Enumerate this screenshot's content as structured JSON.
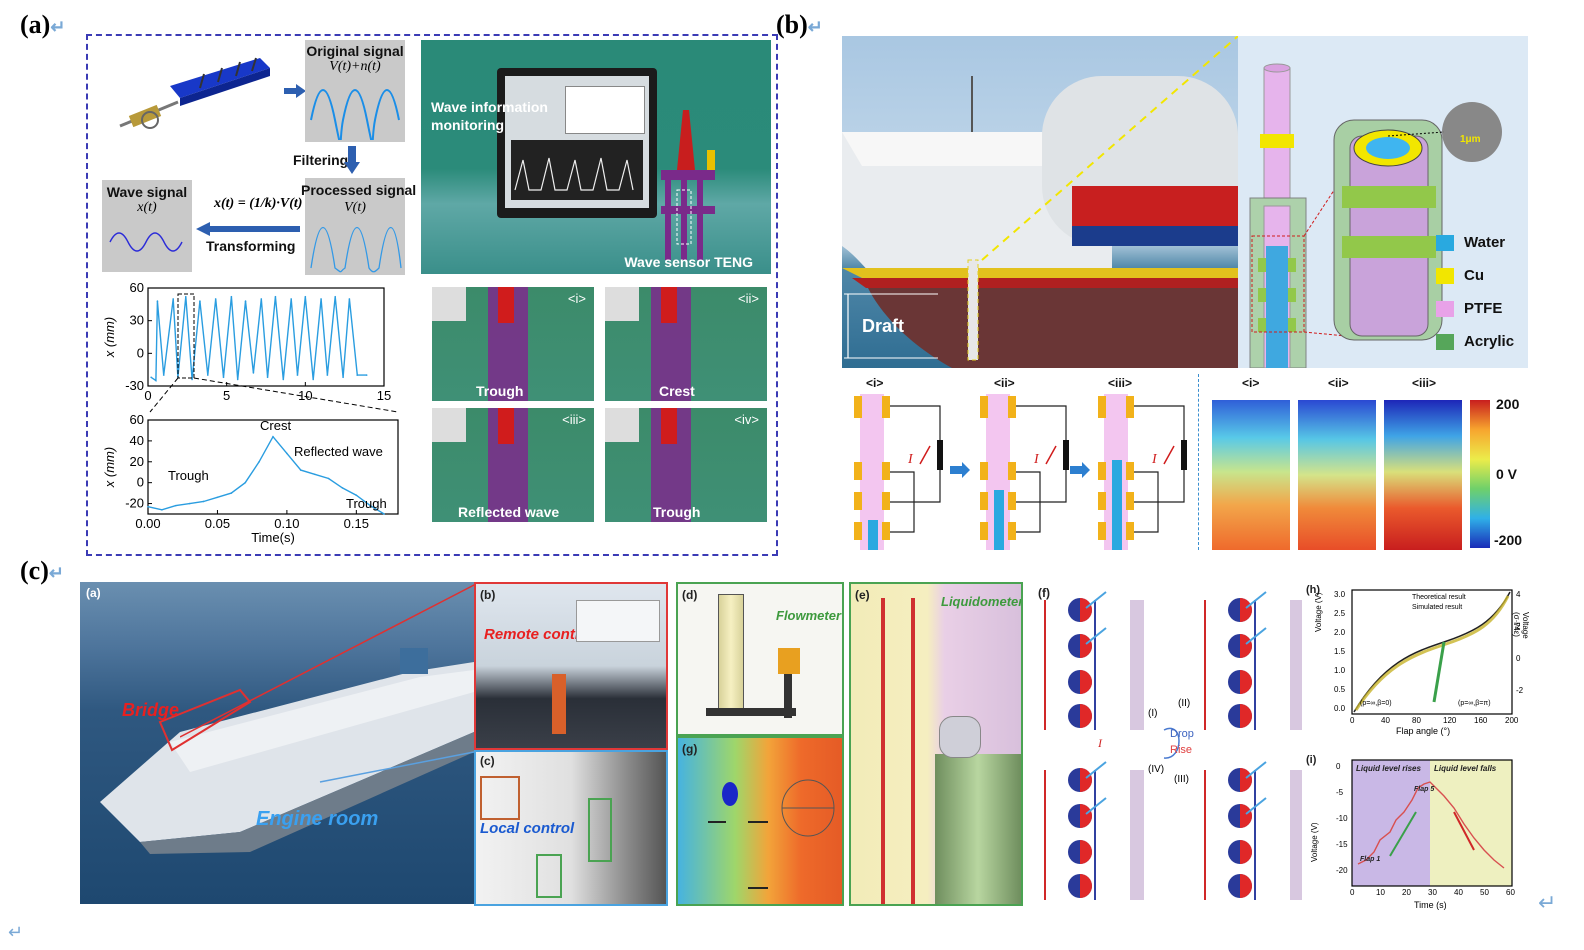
{
  "panel_labels": {
    "a": "(a)",
    "b": "(b)",
    "c": "(c)"
  },
  "return_mark": "↵",
  "panel_a": {
    "original_signal": "Original signal",
    "original_formula": "V(t)+n(t)",
    "filtering": "Filtering",
    "processed_signal": "Processed signal",
    "processed_formula": "V(t)",
    "wave_signal": "Wave signal",
    "wave_formula": "x(t)",
    "transform_formula": "x(t) = (1/k)·V(t)",
    "transforming": "Transforming",
    "photo_info": "Wave information monitoring",
    "photo_sensor": "Wave sensor TENG",
    "sub_photos": [
      {
        "tag": "<i>",
        "label": "Trough"
      },
      {
        "tag": "<ii>",
        "label": "Crest"
      },
      {
        "tag": "<iii>",
        "label": "Reflected wave"
      },
      {
        "tag": "<iv>",
        "label": "Trough"
      }
    ]
  },
  "panel_b": {
    "draft": "Draft",
    "legend": [
      {
        "label": "Water",
        "color": "#29a9e0"
      },
      {
        "label": "Cu",
        "color": "#f2e600"
      },
      {
        "label": "PTFE",
        "color": "#e8a2e8"
      },
      {
        "label": "Acrylic",
        "color": "#56a65a"
      }
    ],
    "scale_bar": "1μm",
    "circuit_tags": [
      "<i>",
      "<ii>",
      "<iii>"
    ],
    "current_symbol": "I",
    "field_tags": [
      "<i>",
      "<ii>",
      "<iii>"
    ],
    "colorbar_max": "200",
    "colorbar_mid": "0 V",
    "colorbar_min": "-200"
  },
  "panel_c": {
    "sub_a": "(a)",
    "sub_b": "(b)",
    "sub_c": "(c)",
    "sub_d": "(d)",
    "sub_e": "(e)",
    "sub_f": "(f)",
    "sub_g": "(g)",
    "sub_h": "(h)",
    "sub_i": "(i)",
    "bridge": "Bridge",
    "engine_room": "Engine room",
    "remote_control": "Remote control",
    "local_control": "Local control",
    "flowmeter": "Flowmeter",
    "liquidometer": "Liquidometer",
    "drop": "Drop",
    "rise": "Rise",
    "stage_i": "(I)",
    "stage_ii": "(II)",
    "stage_iv": "(IV)",
    "stage_iii": "(III)",
    "current_symbol": "I",
    "chart_h": {
      "xlabel": "Flap angle (°)",
      "ylabel": "Voltage (V)",
      "y2label": "Voltage (σ·l/4ε)",
      "legend_theory": "Theoretical result",
      "legend_sim": "Simulated result",
      "xticks": [
        "0",
        "40",
        "80",
        "120",
        "160",
        "200"
      ],
      "yticks": [
        "0.0",
        "0.5",
        "1.0",
        "1.5",
        "2.0",
        "2.5",
        "3.0"
      ],
      "y2ticks": [
        "4",
        "2",
        "0",
        "-2"
      ],
      "anno_left": "(p=∞,β=0)",
      "anno_right": "(p=∞,β=π)"
    },
    "chart_i": {
      "xlabel": "Time (s)",
      "ylabel": "Voltage (V)",
      "rises": "Liquid level rises",
      "falls": "Liquid level falls",
      "flap1": "Flap 1",
      "flap5": "Flap 5",
      "xticks": [
        "0",
        "10",
        "20",
        "30",
        "40",
        "50",
        "60"
      ],
      "yticks": [
        "0",
        "-5",
        "-10",
        "-15",
        "-20"
      ]
    }
  },
  "chart_data": [
    {
      "type": "line",
      "title": "",
      "xlabel": "",
      "ylabel": "x (mm)",
      "xlim": [
        0,
        15
      ],
      "ylim": [
        -30,
        60
      ],
      "xticks": [
        "0",
        "5",
        "10",
        "15"
      ],
      "yticks": [
        "60",
        "30",
        "0",
        "-30"
      ],
      "series": [
        {
          "x": [
            0.2,
            0.5,
            0.6,
            1.0,
            1.6,
            1.9,
            2.4,
            2.8,
            3.3,
            3.8,
            4.3,
            4.8,
            5.3,
            5.7,
            6.2,
            6.7,
            7.2,
            7.6,
            8.1,
            8.6,
            9.1,
            9.5,
            10.0,
            10.5,
            11.0,
            11.4,
            11.9,
            12.4,
            12.8,
            13.3,
            13.9
          ],
          "y": [
            -22,
            -25,
            48,
            -20,
            50,
            -22,
            52,
            -24,
            48,
            -20,
            50,
            -22,
            52,
            -24,
            48,
            -18,
            50,
            -22,
            52,
            -24,
            50,
            -20,
            52,
            -24,
            50,
            -20,
            52,
            -22,
            50,
            -20,
            -20
          ]
        }
      ]
    },
    {
      "type": "line",
      "title": "",
      "xlabel": "Time(s)",
      "ylabel": "x (mm)",
      "xlim": [
        0,
        0.18
      ],
      "ylim": [
        -30,
        60
      ],
      "xticks": [
        "0.00",
        "0.05",
        "0.10",
        "0.15"
      ],
      "yticks": [
        "60",
        "40",
        "20",
        "0",
        "-20"
      ],
      "annotations": [
        "Crest",
        "Trough",
        "Reflected wave",
        "Trough"
      ],
      "series": [
        {
          "x": [
            0.0,
            0.01,
            0.02,
            0.03,
            0.04,
            0.05,
            0.06,
            0.07,
            0.08,
            0.09,
            0.1,
            0.11,
            0.12,
            0.13,
            0.14,
            0.15,
            0.16,
            0.17
          ],
          "y": [
            -23,
            -26,
            -22,
            -20,
            -18,
            -14,
            -10,
            0,
            20,
            44,
            28,
            12,
            8,
            4,
            -5,
            -12,
            -22,
            -30
          ]
        }
      ]
    }
  ]
}
